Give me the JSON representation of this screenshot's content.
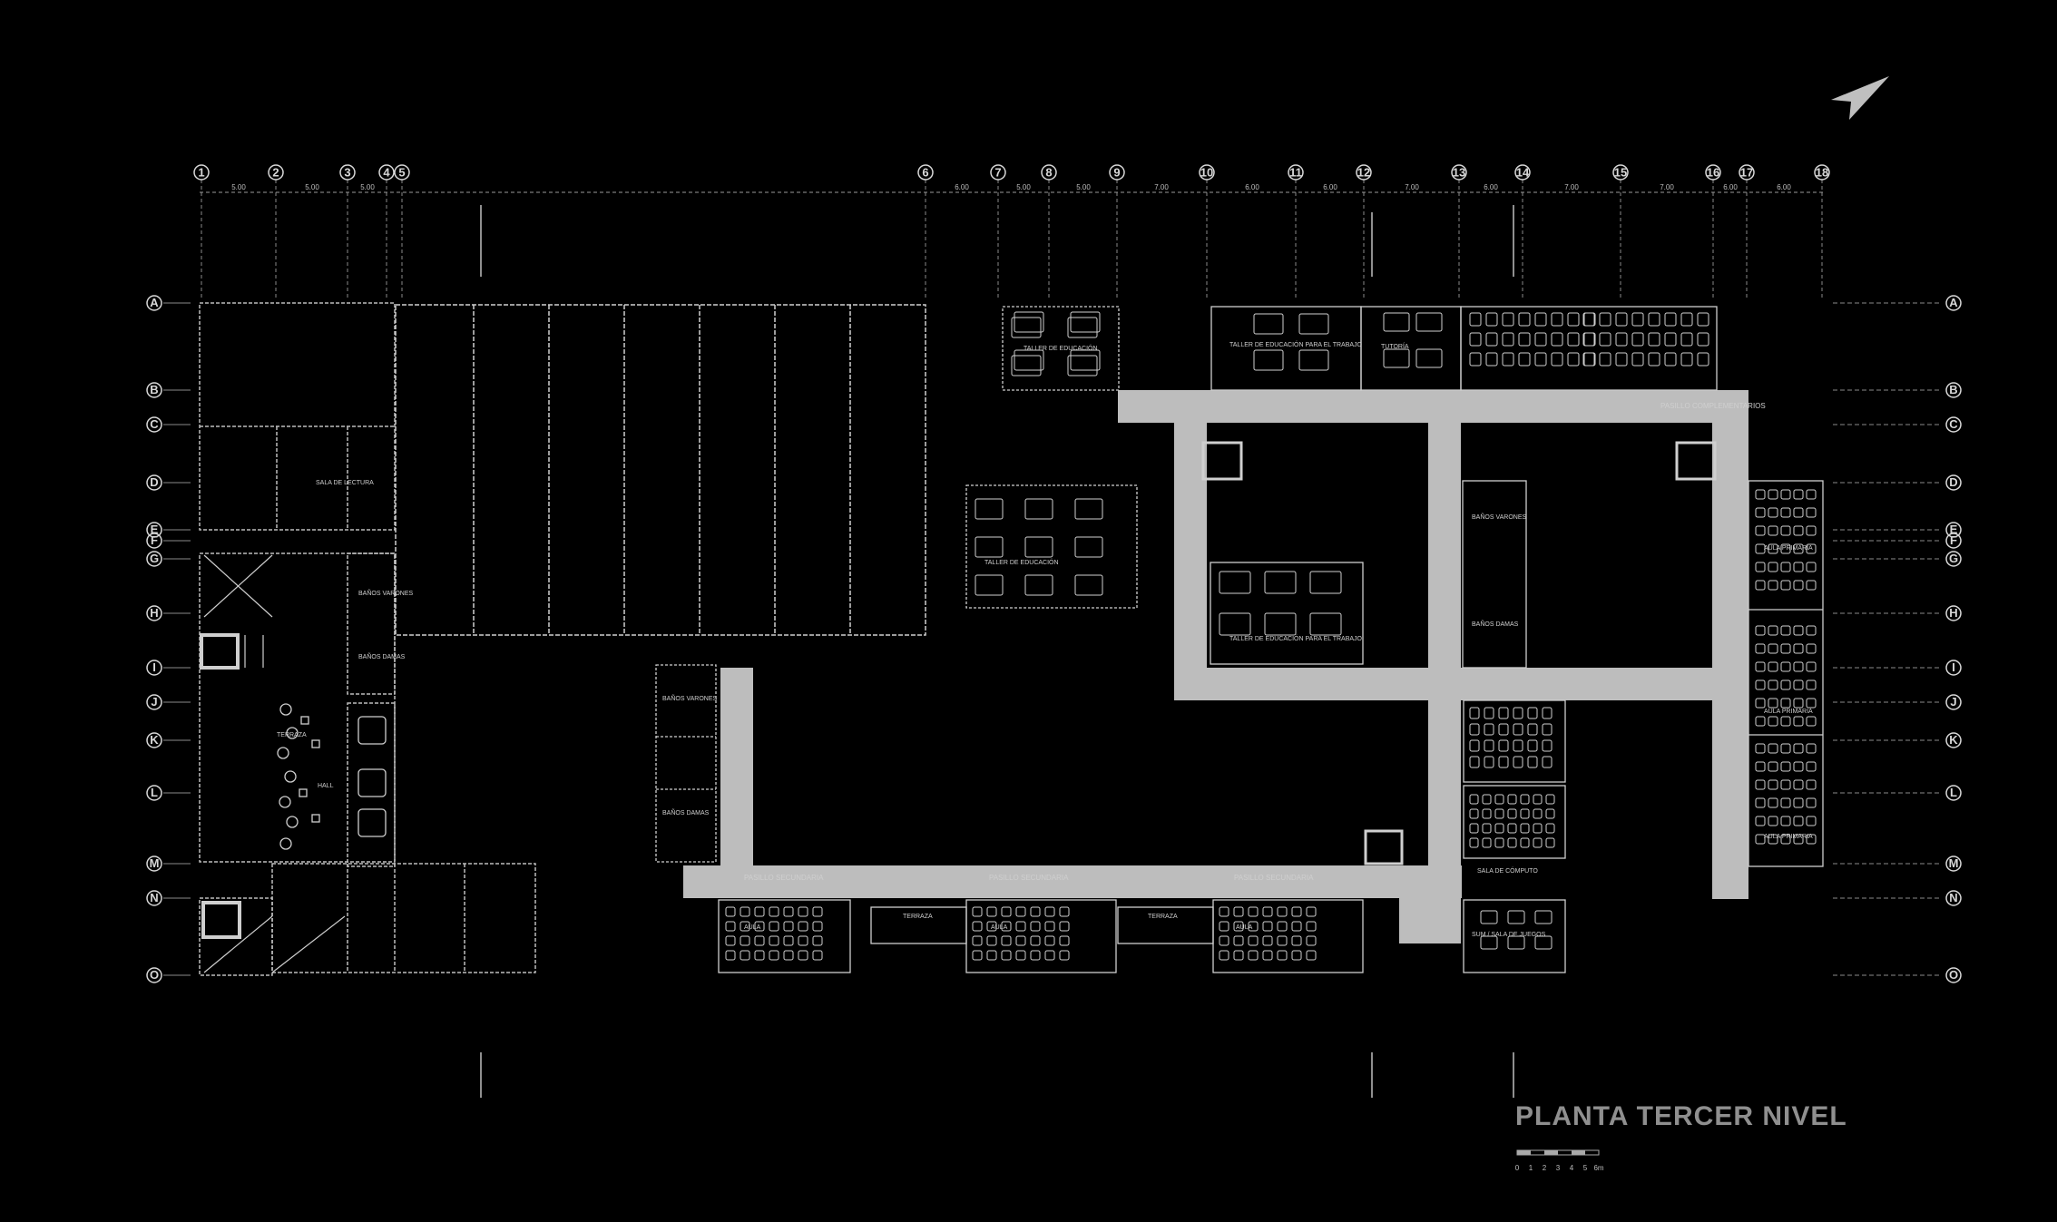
{
  "title": "PLANTA TERCER NIVEL",
  "grid_columns": [
    "1",
    "2",
    "3",
    "4",
    "5",
    "6",
    "7",
    "8",
    "9",
    "10",
    "11",
    "12",
    "13",
    "14",
    "15",
    "16",
    "17",
    "18"
  ],
  "grid_rows": [
    "A",
    "B",
    "C",
    "D",
    "E",
    "F",
    "G",
    "H",
    "I",
    "J",
    "K",
    "L",
    "M",
    "N",
    "O"
  ],
  "dimension_labels": [
    "5.00",
    "5.00",
    "5.00",
    "6.00",
    "5.00",
    "5.00",
    "7.00",
    "6.00",
    "6.00",
    "7.00",
    "6.00",
    "7.00",
    "7.00",
    "6.00",
    "6.00"
  ],
  "corridors": {
    "complementarios": "PASILLO COMPLEMENTARIOS",
    "secundaria_1": "PASILLO SECUNDARIA",
    "secundaria_2": "PASILLO SECUNDARIA",
    "secundaria_3": "PASILLO SECUNDARIA"
  },
  "rooms": {
    "sala_lectura": "SALA DE LECTURA",
    "bano_hombres_1": "BAÑOS VARONES",
    "bano_mujeres_1": "BAÑOS DAMAS",
    "terraza_1": "TERRAZA",
    "hall": "HALL",
    "taller_1": "TALLER DE EDUCACIÓN",
    "taller_2": "TALLER DE EDUCACIÓN",
    "taller_3": "TALLER DE EDUCACIÓN PARA EL TRABAJO",
    "taller_4": "TALLER DE EDUCACIÓN PARA EL TRABAJO",
    "tutoria": "TUTORÍA",
    "aula_1": "AULA PRIMARIA",
    "aula_2": "AULA PRIMARIA",
    "aula_3": "AULA PRIMARIA",
    "bano_hombres_2": "BAÑOS VARONES",
    "bano_mujeres_2": "BAÑOS DAMAS",
    "bano_hombres_3": "BAÑOS VARONES",
    "bano_mujeres_3": "BAÑOS DAMAS",
    "sala_computo": "SALA DE CÓMPUTO",
    "sum": "SUM / SALA DE JUEGOS",
    "aula_sec_1": "AULA",
    "aula_sec_2": "AULA",
    "aula_sec_3": "AULA",
    "terraza_2": "TERRAZA",
    "terraza_3": "TERRAZA"
  },
  "scale_numbers": [
    "0",
    "1",
    "2",
    "3",
    "4",
    "5",
    "6m"
  ]
}
